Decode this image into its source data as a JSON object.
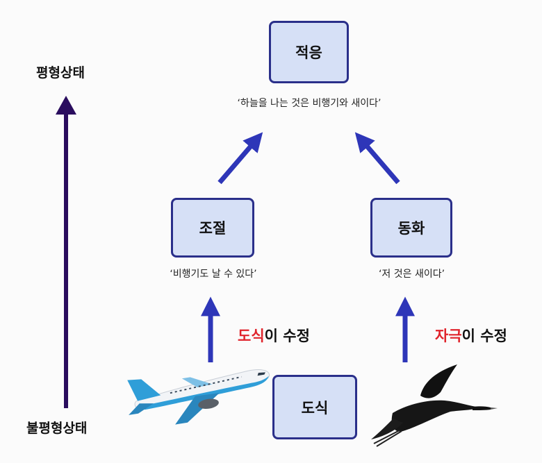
{
  "colors": {
    "box_fill": "#d6e0f6",
    "box_border": "#2a2f8a",
    "arrow_blue": "#2e36b8",
    "arrow_purple": "#2a0d5e",
    "accent_red": "#e0232b"
  },
  "axis": {
    "top_label": "평형상태",
    "bottom_label": "불평형상태"
  },
  "nodes": {
    "adaptation": {
      "label": "적응",
      "quote": "‘하늘을 나는 것은 비행기와 새이다’"
    },
    "accommodation": {
      "label": "조절",
      "quote": "‘비행기도 날 수 있다’"
    },
    "assimilation": {
      "label": "동화",
      "quote": "‘저 것은 새이다’"
    },
    "schema": {
      "label": "도식"
    }
  },
  "processes": {
    "left": {
      "accent": "도식",
      "rest": "이 수정"
    },
    "right": {
      "accent": "자극",
      "rest": "이 수정"
    }
  },
  "icons": {
    "left": "airplane-icon",
    "right": "bird-icon"
  }
}
